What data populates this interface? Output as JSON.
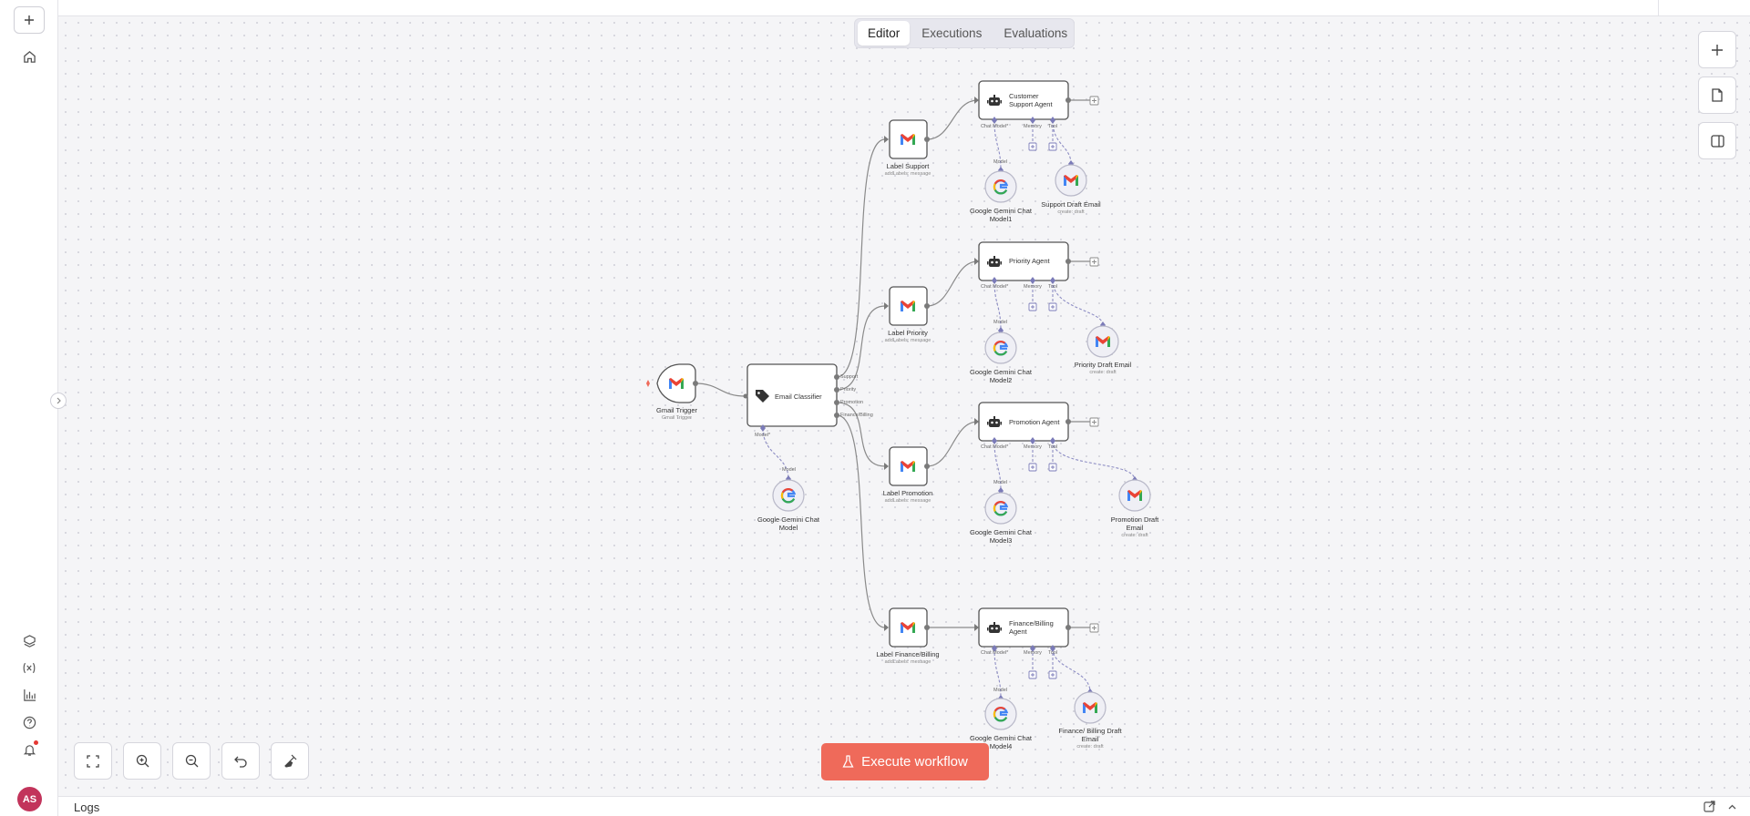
{
  "tabs": [
    "Editor",
    "Executions",
    "Evaluations"
  ],
  "execute_button": "Execute workflow",
  "logs": {
    "label": "Logs"
  },
  "sidebar": {
    "avatar": "AS"
  },
  "nodes": {
    "gmail_trigger": {
      "label": "Gmail Trigger",
      "sub": "Gmail Trigger"
    },
    "email_classifier": {
      "label": "Email Classifier",
      "model_port": "Model*",
      "outputs": [
        "Support",
        "Priority",
        "Promotion",
        "Finance/Billing"
      ]
    },
    "gemini_main": {
      "label": "Google Gemini Chat Model",
      "port": "Model"
    },
    "label_support": {
      "label": "Label Support",
      "sub": "addLabels: message"
    },
    "label_priority": {
      "label": "Label Priority",
      "sub": "addLabels: message"
    },
    "label_promotion": {
      "label": "Label Promotion",
      "sub": "addLabels: message"
    },
    "label_finance": {
      "label": "Label Finance/Billing",
      "sub": "addLabels: message"
    },
    "agent_support": {
      "title_line1": "Customer",
      "title_line2": "Support Agent"
    },
    "agent_priority": {
      "title_line1": "Priority Agent"
    },
    "agent_promotion": {
      "title_line1": "Promotion Agent"
    },
    "agent_finance": {
      "title_line1": "Finance/Billing",
      "title_line2": "Agent"
    },
    "agent_ports": {
      "chat_model": "Chat Model*",
      "memory": "Memory",
      "tool": "Tool",
      "model": "Model"
    },
    "gemini1": {
      "line1": "Google Gemini Chat",
      "line2": "Model1"
    },
    "gemini2": {
      "line1": "Google Gemini Chat",
      "line2": "Model2"
    },
    "gemini3": {
      "line1": "Google Gemini Chat",
      "line2": "Model3"
    },
    "gemini4": {
      "line1": "Google Gemini Chat",
      "line2": "Model4"
    },
    "draft_support": {
      "line1": "Support Draft Email",
      "sub": "create: draft"
    },
    "draft_priority": {
      "line1": "Priority Draft Email",
      "sub": "create: draft"
    },
    "draft_promotion": {
      "line1": "Promotion Draft",
      "line2": "Email",
      "sub": "create: draft"
    },
    "draft_finance": {
      "line1": "Finance/ Billing Draft",
      "line2": "Email",
      "sub": "create: draft"
    }
  },
  "colors": {
    "accent": "#ef6a5a",
    "port": "#7b7bb8",
    "avatar": "#c2345b"
  }
}
